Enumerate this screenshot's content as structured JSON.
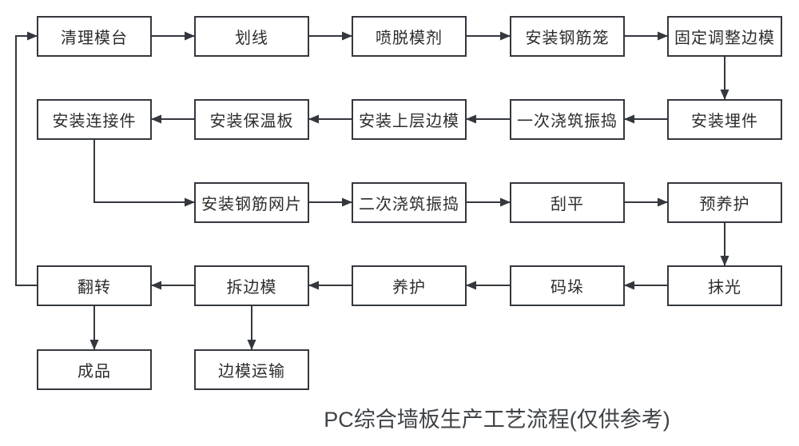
{
  "title": "PC综合墙板生产工艺流程(仅供参考)",
  "colors": {
    "background": "#ffffff",
    "box_border": "#34383e",
    "line": "#34383e",
    "node_text": "#2d2d2d",
    "title_text": "#3f4347"
  },
  "nodes": [
    {
      "id": "clean-mold-table",
      "label": "清理模台"
    },
    {
      "id": "marking",
      "label": "划线"
    },
    {
      "id": "spray-release-agent",
      "label": "喷脱模剂"
    },
    {
      "id": "install-rebar-cage",
      "label": "安装钢筋笼"
    },
    {
      "id": "fix-adjust-side-molds",
      "label": "固定调整边模"
    },
    {
      "id": "install-connectors",
      "label": "安装连接件"
    },
    {
      "id": "install-insulation-board",
      "label": "安装保温板"
    },
    {
      "id": "install-upper-side-molds",
      "label": "安装上层边模"
    },
    {
      "id": "first-pour-vibrate",
      "label": "一次浇筑振捣"
    },
    {
      "id": "install-embedded-parts",
      "label": "安装埋件"
    },
    {
      "id": "install-rebar-mesh",
      "label": "安装钢筋网片"
    },
    {
      "id": "second-pour-vibrate",
      "label": "二次浇筑振捣"
    },
    {
      "id": "screeding",
      "label": "刮平"
    },
    {
      "id": "pre-curing",
      "label": "预养护"
    },
    {
      "id": "flipping",
      "label": "翻转"
    },
    {
      "id": "remove-side-molds",
      "label": "拆边模"
    },
    {
      "id": "curing",
      "label": "养护"
    },
    {
      "id": "stacking",
      "label": "码垛"
    },
    {
      "id": "troweling",
      "label": "抹光"
    },
    {
      "id": "finished-product",
      "label": "成品"
    },
    {
      "id": "side-mold-transport",
      "label": "边模运输"
    }
  ],
  "edges": [
    {
      "from": "clean-mold-table",
      "to": "marking"
    },
    {
      "from": "marking",
      "to": "spray-release-agent"
    },
    {
      "from": "spray-release-agent",
      "to": "install-rebar-cage"
    },
    {
      "from": "install-rebar-cage",
      "to": "fix-adjust-side-molds"
    },
    {
      "from": "fix-adjust-side-molds",
      "to": "install-embedded-parts"
    },
    {
      "from": "install-embedded-parts",
      "to": "first-pour-vibrate"
    },
    {
      "from": "first-pour-vibrate",
      "to": "install-upper-side-molds"
    },
    {
      "from": "install-upper-side-molds",
      "to": "install-insulation-board"
    },
    {
      "from": "install-insulation-board",
      "to": "install-connectors"
    },
    {
      "from": "install-connectors",
      "to": "install-rebar-mesh"
    },
    {
      "from": "install-rebar-mesh",
      "to": "second-pour-vibrate"
    },
    {
      "from": "second-pour-vibrate",
      "to": "screeding"
    },
    {
      "from": "screeding",
      "to": "pre-curing"
    },
    {
      "from": "pre-curing",
      "to": "troweling"
    },
    {
      "from": "troweling",
      "to": "stacking"
    },
    {
      "from": "stacking",
      "to": "curing"
    },
    {
      "from": "curing",
      "to": "remove-side-molds"
    },
    {
      "from": "remove-side-molds",
      "to": "flipping"
    },
    {
      "from": "flipping",
      "to": "finished-product"
    },
    {
      "from": "remove-side-molds",
      "to": "side-mold-transport"
    },
    {
      "from": "flipping",
      "to": "clean-mold-table"
    }
  ]
}
